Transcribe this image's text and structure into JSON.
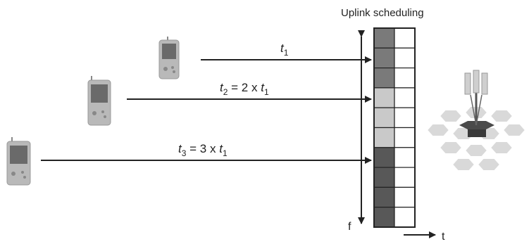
{
  "title": "Uplink scheduling",
  "devices": [
    {
      "label_var": "t",
      "label_sub": "1",
      "label_rest": ""
    },
    {
      "label_var": "t",
      "label_sub": "2",
      "label_rest": " = 2 x ",
      "label_var2": "t",
      "label_sub2": "1"
    },
    {
      "label_var": "t",
      "label_sub": "3",
      "label_rest": " = 3 x ",
      "label_var2": "t",
      "label_sub2": "1"
    }
  ],
  "axes": {
    "freq_label": "f",
    "time_label": "t"
  },
  "schedule_grid": {
    "rows": 10,
    "columns": 2,
    "first_column_fills": [
      "#7a7a7a",
      "#7a7a7a",
      "#7a7a7a",
      "#c9c9c9",
      "#c9c9c9",
      "#c9c9c9",
      "#585858",
      "#585858",
      "#585858",
      "#585858"
    ],
    "device_colors": {
      "t1": "#7a7a7a",
      "t2": "#c9c9c9",
      "t3": "#585858"
    }
  },
  "colors": {
    "line": "#222222",
    "phone_body": "#b9b9b9",
    "phone_screen": "#6a6a6a",
    "hex_tile": "#d9d9d9",
    "hex_dark": "#4a4a4a"
  }
}
